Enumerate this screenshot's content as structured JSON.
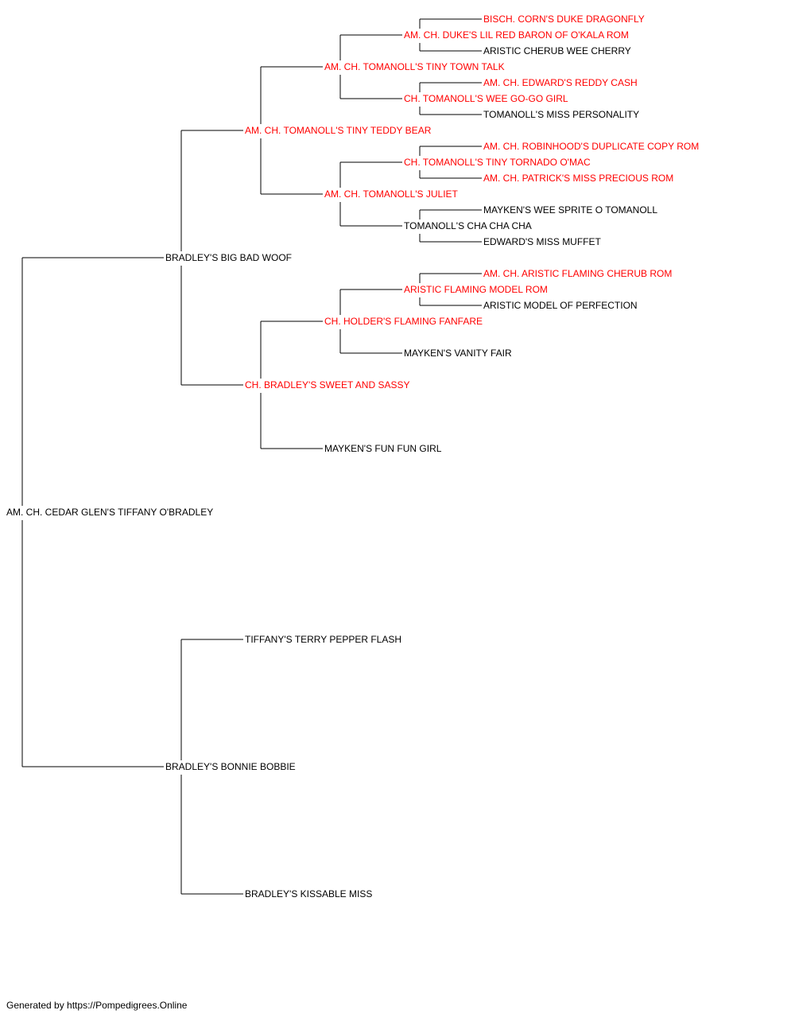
{
  "colors": {
    "champion": "#ff0000",
    "normal": "#000000",
    "line": "#000000",
    "background": "#ffffff"
  },
  "pedigree": {
    "name": "AM. CH. CEDAR GLEN'S TIFFANY O'BRADLEY",
    "champion": false,
    "sire": {
      "name": "BRADLEY'S BIG BAD WOOF",
      "champion": false,
      "sire": {
        "name": "AM. CH. TOMANOLL'S TINY TEDDY BEAR",
        "champion": true,
        "sire": {
          "name": "AM. CH. TOMANOLL'S TINY TOWN TALK",
          "champion": true,
          "sire": {
            "name": "AM. CH. DUKE'S LIL RED BARON OF O'KALA ROM",
            "champion": true,
            "sire": {
              "name": "BISCH. CORN'S DUKE DRAGONFLY",
              "champion": true
            },
            "dam": {
              "name": "ARISTIC CHERUB WEE CHERRY",
              "champion": false
            }
          },
          "dam": {
            "name": "CH. TOMANOLL'S WEE GO-GO GIRL",
            "champion": true,
            "sire": {
              "name": "AM. CH. EDWARD'S REDDY CASH",
              "champion": true
            },
            "dam": {
              "name": "TOMANOLL'S MISS PERSONALITY",
              "champion": false
            }
          }
        },
        "dam": {
          "name": "AM. CH. TOMANOLL'S JULIET",
          "champion": true,
          "sire": {
            "name": "CH. TOMANOLL'S TINY TORNADO O'MAC",
            "champion": true,
            "sire": {
              "name": "AM. CH. ROBINHOOD'S DUPLICATE COPY ROM",
              "champion": true
            },
            "dam": {
              "name": "AM. CH. PATRICK'S MISS PRECIOUS ROM",
              "champion": true
            }
          },
          "dam": {
            "name": "TOMANOLL'S CHA CHA CHA",
            "champion": false,
            "sire": {
              "name": "MAYKEN'S WEE SPRITE O TOMANOLL",
              "champion": false
            },
            "dam": {
              "name": "EDWARD'S MISS MUFFET",
              "champion": false
            }
          }
        }
      },
      "dam": {
        "name": "CH. BRADLEY'S SWEET AND SASSY",
        "champion": true,
        "sire": {
          "name": "CH. HOLDER'S FLAMING FANFARE",
          "champion": true,
          "sire": {
            "name": "ARISTIC FLAMING MODEL ROM",
            "champion": true,
            "sire": {
              "name": "AM. CH. ARISTIC FLAMING CHERUB ROM",
              "champion": true
            },
            "dam": {
              "name": "ARISTIC MODEL OF PERFECTION",
              "champion": false
            }
          },
          "dam": {
            "name": "MAYKEN'S VANITY FAIR",
            "champion": false
          }
        },
        "dam": {
          "name": "MAYKEN'S FUN FUN GIRL",
          "champion": false
        }
      }
    },
    "dam": {
      "name": "BRADLEY'S BONNIE BOBBIE",
      "champion": false,
      "sire": {
        "name": "TIFFANY'S TERRY PEPPER FLASH",
        "champion": false
      },
      "dam": {
        "name": "BRADLEY'S KISSABLE MISS",
        "champion": false
      }
    }
  },
  "footer": {
    "text": "Generated by https://Pompedigrees.Online"
  }
}
